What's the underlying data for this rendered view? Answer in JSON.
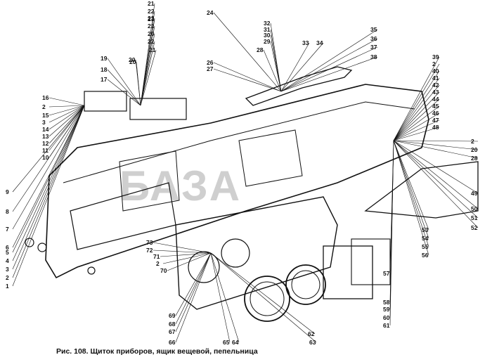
{
  "caption": "Рис. 108. Щиток приборов, ящик вещевой, пепельница",
  "watermark": "БАЗА",
  "labels": {
    "left": [
      "16",
      "2",
      "15",
      "3",
      "14",
      "13",
      "12",
      "11",
      "10",
      "9",
      "8",
      "7",
      "6",
      "5",
      "4",
      "3",
      "2",
      "1"
    ],
    "top_left": [
      "19",
      "18",
      "17",
      "20",
      "21",
      "22",
      "23",
      "21",
      "20",
      "22",
      "21",
      "20",
      "21"
    ],
    "top_mid": [
      "24",
      "26",
      "27",
      "28",
      "29",
      "30",
      "31",
      "32",
      "33",
      "34",
      "35",
      "36",
      "37",
      "38"
    ],
    "right": [
      "39",
      "2",
      "40",
      "41",
      "42",
      "43",
      "44",
      "45",
      "46",
      "47",
      "48",
      "2",
      "20",
      "28",
      "49",
      "50",
      "51",
      "52",
      "53",
      "54",
      "55",
      "56",
      "57",
      "58",
      "59",
      "60",
      "61"
    ],
    "bottom": [
      "73",
      "72",
      "71",
      "2",
      "70",
      "69",
      "68",
      "67",
      "66",
      "65",
      "64",
      "63",
      "62"
    ]
  }
}
